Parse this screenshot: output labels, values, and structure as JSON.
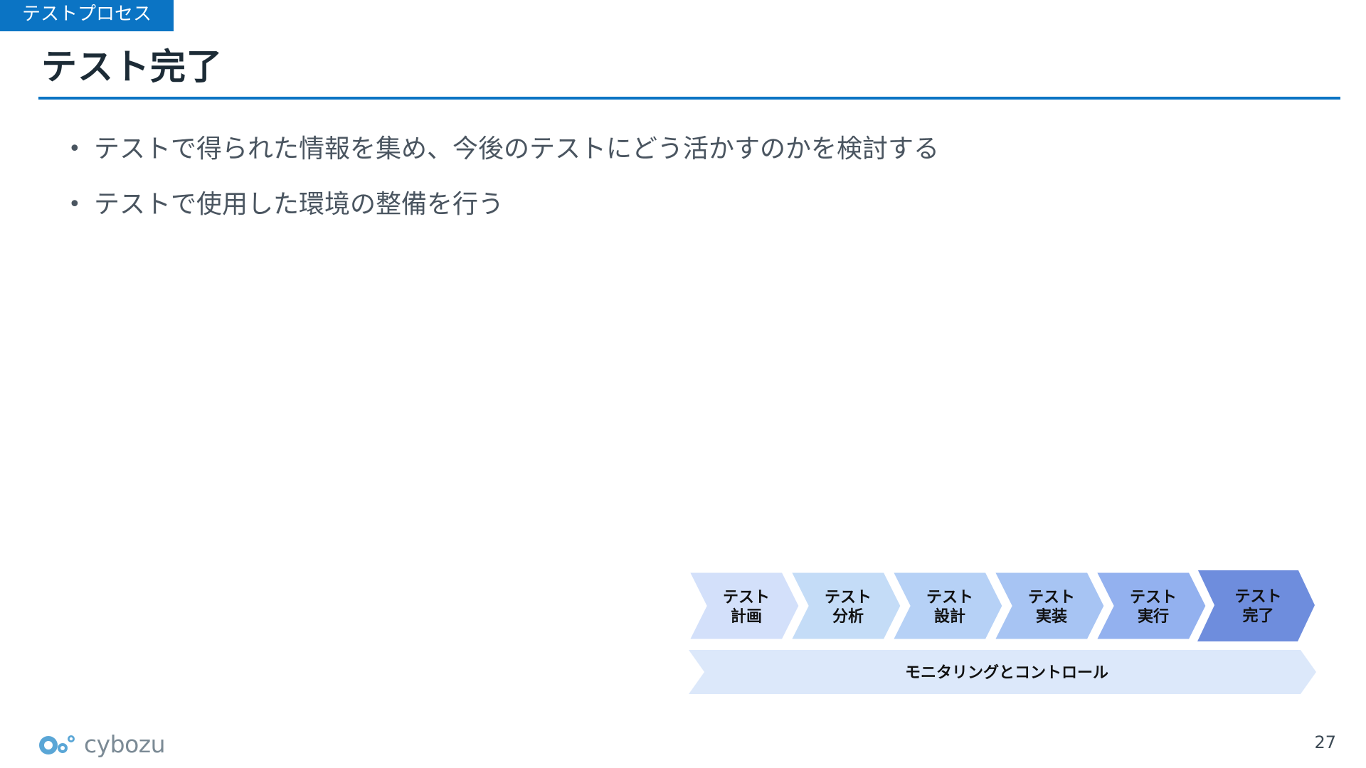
{
  "header": {
    "section_tag": "テストプロセス",
    "title": "テスト完了"
  },
  "bullets": [
    "テストで得られた情報を集め、今後のテストにどう活かすのかを検討する",
    "テストで使用した環境の整備を行う"
  ],
  "process": {
    "steps": [
      {
        "line1": "テスト",
        "line2": "計画",
        "color": "#d3e0fa"
      },
      {
        "line1": "テスト",
        "line2": "分析",
        "color": "#c4dcf7"
      },
      {
        "line1": "テスト",
        "line2": "設計",
        "color": "#b6d1f6"
      },
      {
        "line1": "テスト",
        "line2": "実装",
        "color": "#a7c4f3"
      },
      {
        "line1": "テスト",
        "line2": "実行",
        "color": "#93b1ef"
      },
      {
        "line1": "テスト",
        "line2": "完了",
        "color": "#6e8ddd",
        "active": true
      }
    ],
    "monitoring_label": "モニタリングとコントロール",
    "monitoring_color": "#dce8fa"
  },
  "footer": {
    "logo_text": "cybozu",
    "page_number": "27"
  },
  "colors": {
    "accent": "#0b74c4",
    "title": "#1c2b36",
    "body_text": "#4a5560",
    "logo_blue": "#5aa6d6"
  }
}
